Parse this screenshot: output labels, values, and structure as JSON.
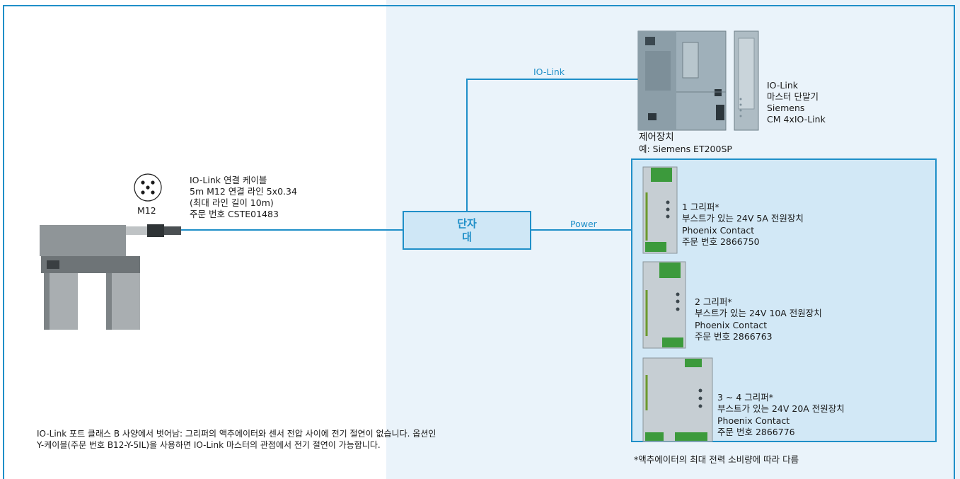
{
  "io_link_label": "IO-Link",
  "power_label": "Power",
  "terminal_block": "단자\n대",
  "m12_label": "M12",
  "cable": {
    "line1": "IO-Link 연결 케이블",
    "line2": "5m M12 연결 라인 5x0.34",
    "line3": "(최대 라인 길이 10m)",
    "line4": "주문 번호 CSTE01483"
  },
  "controller": {
    "line1": "제어장치",
    "line2": "예: Siemens ET200SP"
  },
  "master": {
    "line1": "IO-Link",
    "line2": "마스터 단말기",
    "line3": "Siemens",
    "line4": "CM 4xIO-Link"
  },
  "psu": [
    {
      "grippers": "1 그리퍼*",
      "desc": "부스트가 있는 24V 5A 전원장치",
      "maker": "Phoenix Contact",
      "order": "주문 번호 2866750"
    },
    {
      "grippers": "2 그리퍼*",
      "desc": "부스트가 있는 24V 10A 전원장치",
      "maker": "Phoenix Contact",
      "order": "주문 번호 2866763"
    },
    {
      "grippers": "3 ~ 4 그리퍼*",
      "desc": "부스트가 있는 24V 20A 전원장치",
      "maker": "Phoenix Contact",
      "order": "주문 번호 2866776"
    }
  ],
  "footnote": "*액추에이터의 최대 전력 소비량에 따라 다름",
  "note": {
    "line1": "IO-Link 포트 클래스 B 사양에서 벗어남: 그리퍼의 액추에이터와 센서 전압 사이에 전기 절연이 없습니다. 옵션인",
    "line2": "Y-케이블(주문 번호 B12-Y-5IL)을 사용하면 IO-Link 마스터의 관점에서 전기 절연이 가능합니다."
  },
  "colors": {
    "accent": "#1f8fc8",
    "panel": "#eaf3fa",
    "box": "#d2e8f6"
  }
}
